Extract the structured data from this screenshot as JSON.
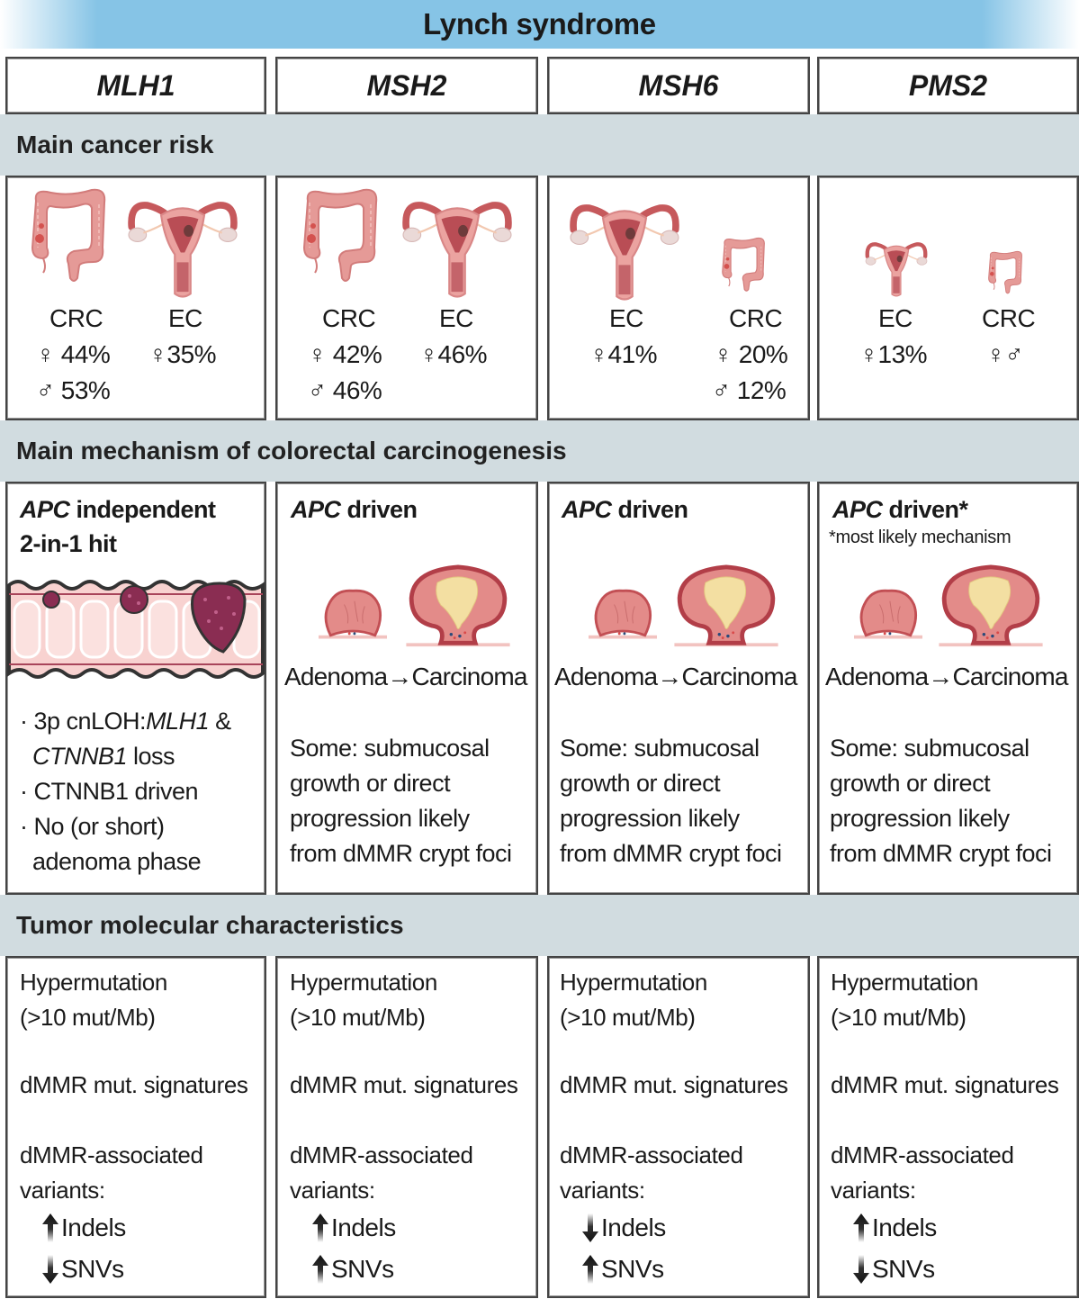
{
  "title": "Lynch syndrome",
  "genes": [
    "MLH1",
    "MSH2",
    "MSH6",
    "PMS2"
  ],
  "sections": {
    "risk": "Main cancer risk",
    "mechanism": "Main mechanism of colorectal carcinogenesis",
    "molecular": "Tumor molecular characteristics"
  },
  "risk": [
    {
      "gene": "MLH1",
      "cancers": [
        {
          "label": "CRC",
          "icon": "colon-icon",
          "female": "44%",
          "male": "53%"
        },
        {
          "label": "EC",
          "icon": "uterus-icon",
          "female": "35%",
          "male": null
        }
      ]
    },
    {
      "gene": "MSH2",
      "cancers": [
        {
          "label": "CRC",
          "icon": "colon-icon",
          "female": "42%",
          "male": "46%"
        },
        {
          "label": "EC",
          "icon": "uterus-icon",
          "female": "46%",
          "male": null
        }
      ]
    },
    {
      "gene": "MSH6",
      "cancers": [
        {
          "label": "EC",
          "icon": "uterus-icon",
          "female": "41%",
          "male": null
        },
        {
          "label": "CRC",
          "icon": "colon-icon",
          "female": "20%",
          "male": "12%"
        }
      ]
    },
    {
      "gene": "PMS2",
      "cancers": [
        {
          "label": "EC",
          "icon": "uterus-icon",
          "female": "13%",
          "male": null
        },
        {
          "label": "CRC",
          "icon": "colon-icon",
          "female": "",
          "male": ""
        }
      ]
    }
  ],
  "symbols": {
    "female": "♀",
    "male": "♂"
  },
  "mechanism": [
    {
      "gene": "MLH1",
      "head_italic": "APC",
      "head_rest": " independent",
      "head_line2": "2-in-1 hit",
      "bullets": [
        {
          "prefix": "· 3p cnLOH:",
          "italic": "MLH1",
          "suffix": " &"
        },
        {
          "prefix": "  ",
          "italic": "CTNNB1",
          "suffix": " loss"
        },
        {
          "prefix": "· CTNNB1 driven",
          "italic": "",
          "suffix": ""
        },
        {
          "prefix": "· No (or short)",
          "italic": "",
          "suffix": ""
        },
        {
          "prefix": "  adenoma phase",
          "italic": "",
          "suffix": ""
        }
      ]
    },
    {
      "gene": "MSH2",
      "head_italic": "APC",
      "head_rest": " driven",
      "flow": [
        "Adenoma",
        "→",
        "Carcinoma"
      ],
      "text": [
        "Some: submucosal",
        "growth or direct",
        "progression likely",
        "from dMMR crypt foci"
      ]
    },
    {
      "gene": "MSH6",
      "head_italic": "APC",
      "head_rest": " driven",
      "flow": [
        "Adenoma",
        "→",
        "Carcinoma"
      ],
      "text": [
        "Some: submucosal",
        "growth or direct",
        "progression likely",
        "from dMMR crypt foci"
      ]
    },
    {
      "gene": "PMS2",
      "head_italic": "APC",
      "head_rest": " driven*",
      "footnote": "*most likely mechanism",
      "flow": [
        "Adenoma",
        "→",
        "Carcinoma"
      ],
      "text": [
        "Some: submucosal",
        "growth or direct",
        "progression likely",
        "from dMMR crypt foci"
      ]
    }
  ],
  "molecular": [
    {
      "gene": "MLH1",
      "hyper": "Hypermutation",
      "hyper2": "(>10 mut/Mb)",
      "sig": "dMMR mut. signatures",
      "assoc": "dMMR-associated",
      "assoc2": "variants:",
      "indels": {
        "label": "Indels",
        "dir": "up"
      },
      "snvs": {
        "label": "SNVs",
        "dir": "down"
      }
    },
    {
      "gene": "MSH2",
      "hyper": "Hypermutation",
      "hyper2": "(>10 mut/Mb)",
      "sig": "dMMR mut. signatures",
      "assoc": "dMMR-associated",
      "assoc2": "variants:",
      "indels": {
        "label": "Indels",
        "dir": "up"
      },
      "snvs": {
        "label": "SNVs",
        "dir": "up"
      }
    },
    {
      "gene": "MSH6",
      "hyper": "Hypermutation",
      "hyper2": "(>10 mut/Mb)",
      "sig": "dMMR mut. signatures",
      "assoc": "dMMR-associated",
      "assoc2": "variants:",
      "indels": {
        "label": "Indels",
        "dir": "down"
      },
      "snvs": {
        "label": "SNVs",
        "dir": "up"
      }
    },
    {
      "gene": "PMS2",
      "hyper": "Hypermutation",
      "hyper2": "(>10 mut/Mb)",
      "sig": "dMMR mut. signatures",
      "assoc": "dMMR-associated",
      "assoc2": "variants:",
      "indels": {
        "label": "Indels",
        "dir": "up"
      },
      "snvs": {
        "label": "SNVs",
        "dir": "down"
      }
    }
  ],
  "colors": {
    "title_band": "#86c4e6",
    "section_band": "#d1dce0",
    "tissue": "#e59a97",
    "tissue_dark": "#b94d55",
    "tumor": "#8a2d52",
    "necrotic": "#f3dfa2"
  }
}
